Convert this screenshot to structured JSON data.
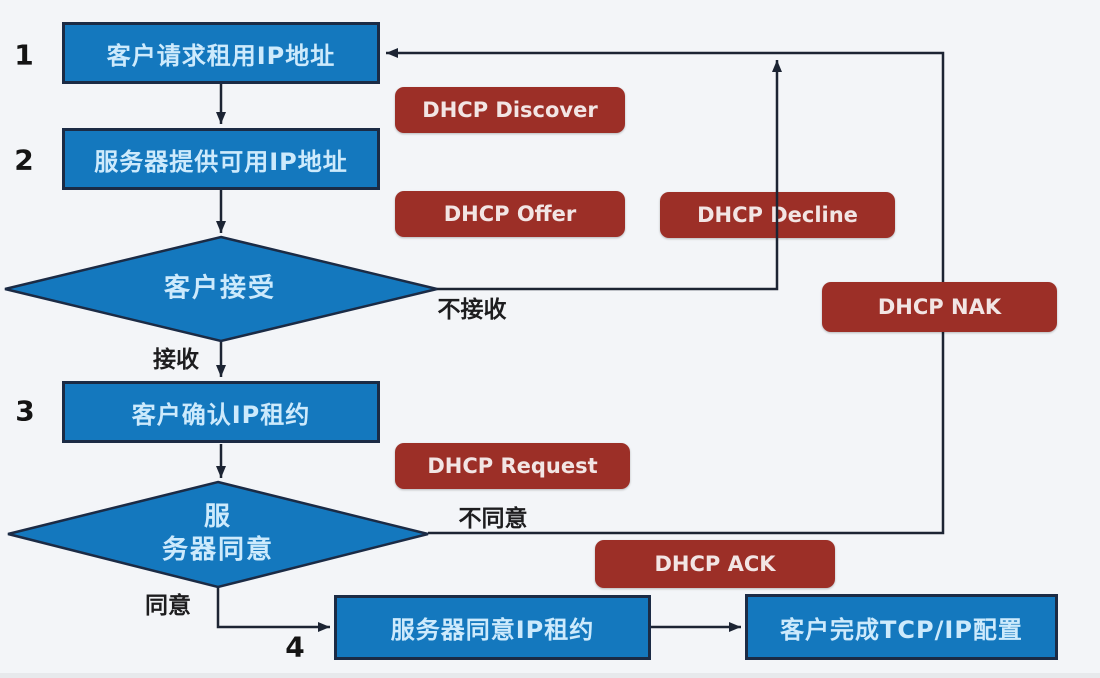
{
  "diagram_type": "DHCP lease negotiation flowchart",
  "flow": {
    "step1": {
      "num": "1",
      "label": "客户请求租用IP地址"
    },
    "step2": {
      "num": "2",
      "label": "服务器提供可用IP地址"
    },
    "step3": {
      "num": "3",
      "label": "客户确认IP租约"
    },
    "step4": {
      "num": "4",
      "label": "服务器同意IP租约"
    },
    "final": {
      "label": "客户完成TCP/IP配置"
    },
    "decision1": {
      "label": "客户接受",
      "yes": "接收",
      "no": "不接收"
    },
    "decision2": {
      "line1": "服",
      "line2": "务器同意",
      "yes": "同意",
      "no": "不同意"
    }
  },
  "messages": {
    "discover": "DHCP Discover",
    "offer": "DHCP Offer",
    "decline": "DHCP Decline",
    "nak": "DHCP NAK",
    "request": "DHCP Request",
    "ack": "DHCP ACK"
  },
  "colors": {
    "background": "#f3f5f8",
    "process_fill": "#1478be",
    "process_border": "#1b2b45",
    "process_text": "#cdeafc",
    "message_fill": "#9c2f27",
    "message_text": "#f2e5e4",
    "connector": "#1c2433",
    "label_text": "#1d1d1f"
  }
}
